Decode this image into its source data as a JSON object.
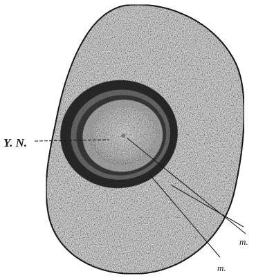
{
  "labels": {
    "yolk_nucleus": "Y. N.",
    "m_right": "m.",
    "m_bottom": "m."
  },
  "colors": {
    "cell_fill": "#d2d2d2",
    "cell_outline": "#1e1e1e",
    "dark_ring": "#2b2b2b",
    "mid_ring": "#6a6a6a",
    "light_ring": "#a8a8a8",
    "core": "#c4c4c4",
    "background": "#ffffff"
  }
}
